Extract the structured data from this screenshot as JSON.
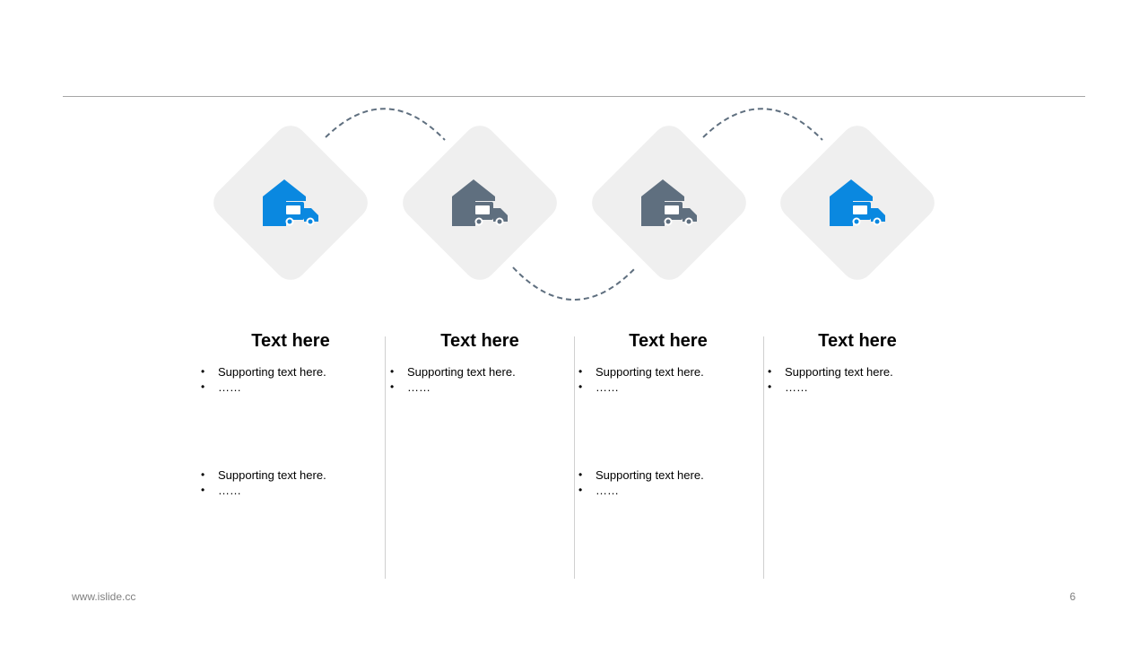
{
  "colors": {
    "accent_blue": "#0a88e0",
    "slate_gray": "#5f6f7f",
    "diamond_fill": "#efefef",
    "connector": "#5f6f7f"
  },
  "steps": [
    {
      "icon": "warehouse-truck-icon",
      "icon_color": "#0a88e0",
      "title": "Text here",
      "groups": [
        [
          "Supporting  text here.",
          "……"
        ],
        [
          "Supporting  text here.",
          "……"
        ]
      ]
    },
    {
      "icon": "warehouse-truck-icon",
      "icon_color": "#5f6f7f",
      "title": "Text here",
      "groups": [
        [
          "Supporting  text here.",
          "……"
        ]
      ]
    },
    {
      "icon": "warehouse-truck-icon",
      "icon_color": "#5f6f7f",
      "title": "Text here",
      "groups": [
        [
          "Supporting  text here.",
          "……"
        ],
        [
          "Supporting  text here.",
          "……"
        ]
      ]
    },
    {
      "icon": "warehouse-truck-icon",
      "icon_color": "#0a88e0",
      "title": "Text here",
      "groups": [
        [
          "Supporting  text here.",
          "……"
        ]
      ]
    }
  ],
  "footer": {
    "url": "www.islide.cc",
    "page_number": "6"
  }
}
